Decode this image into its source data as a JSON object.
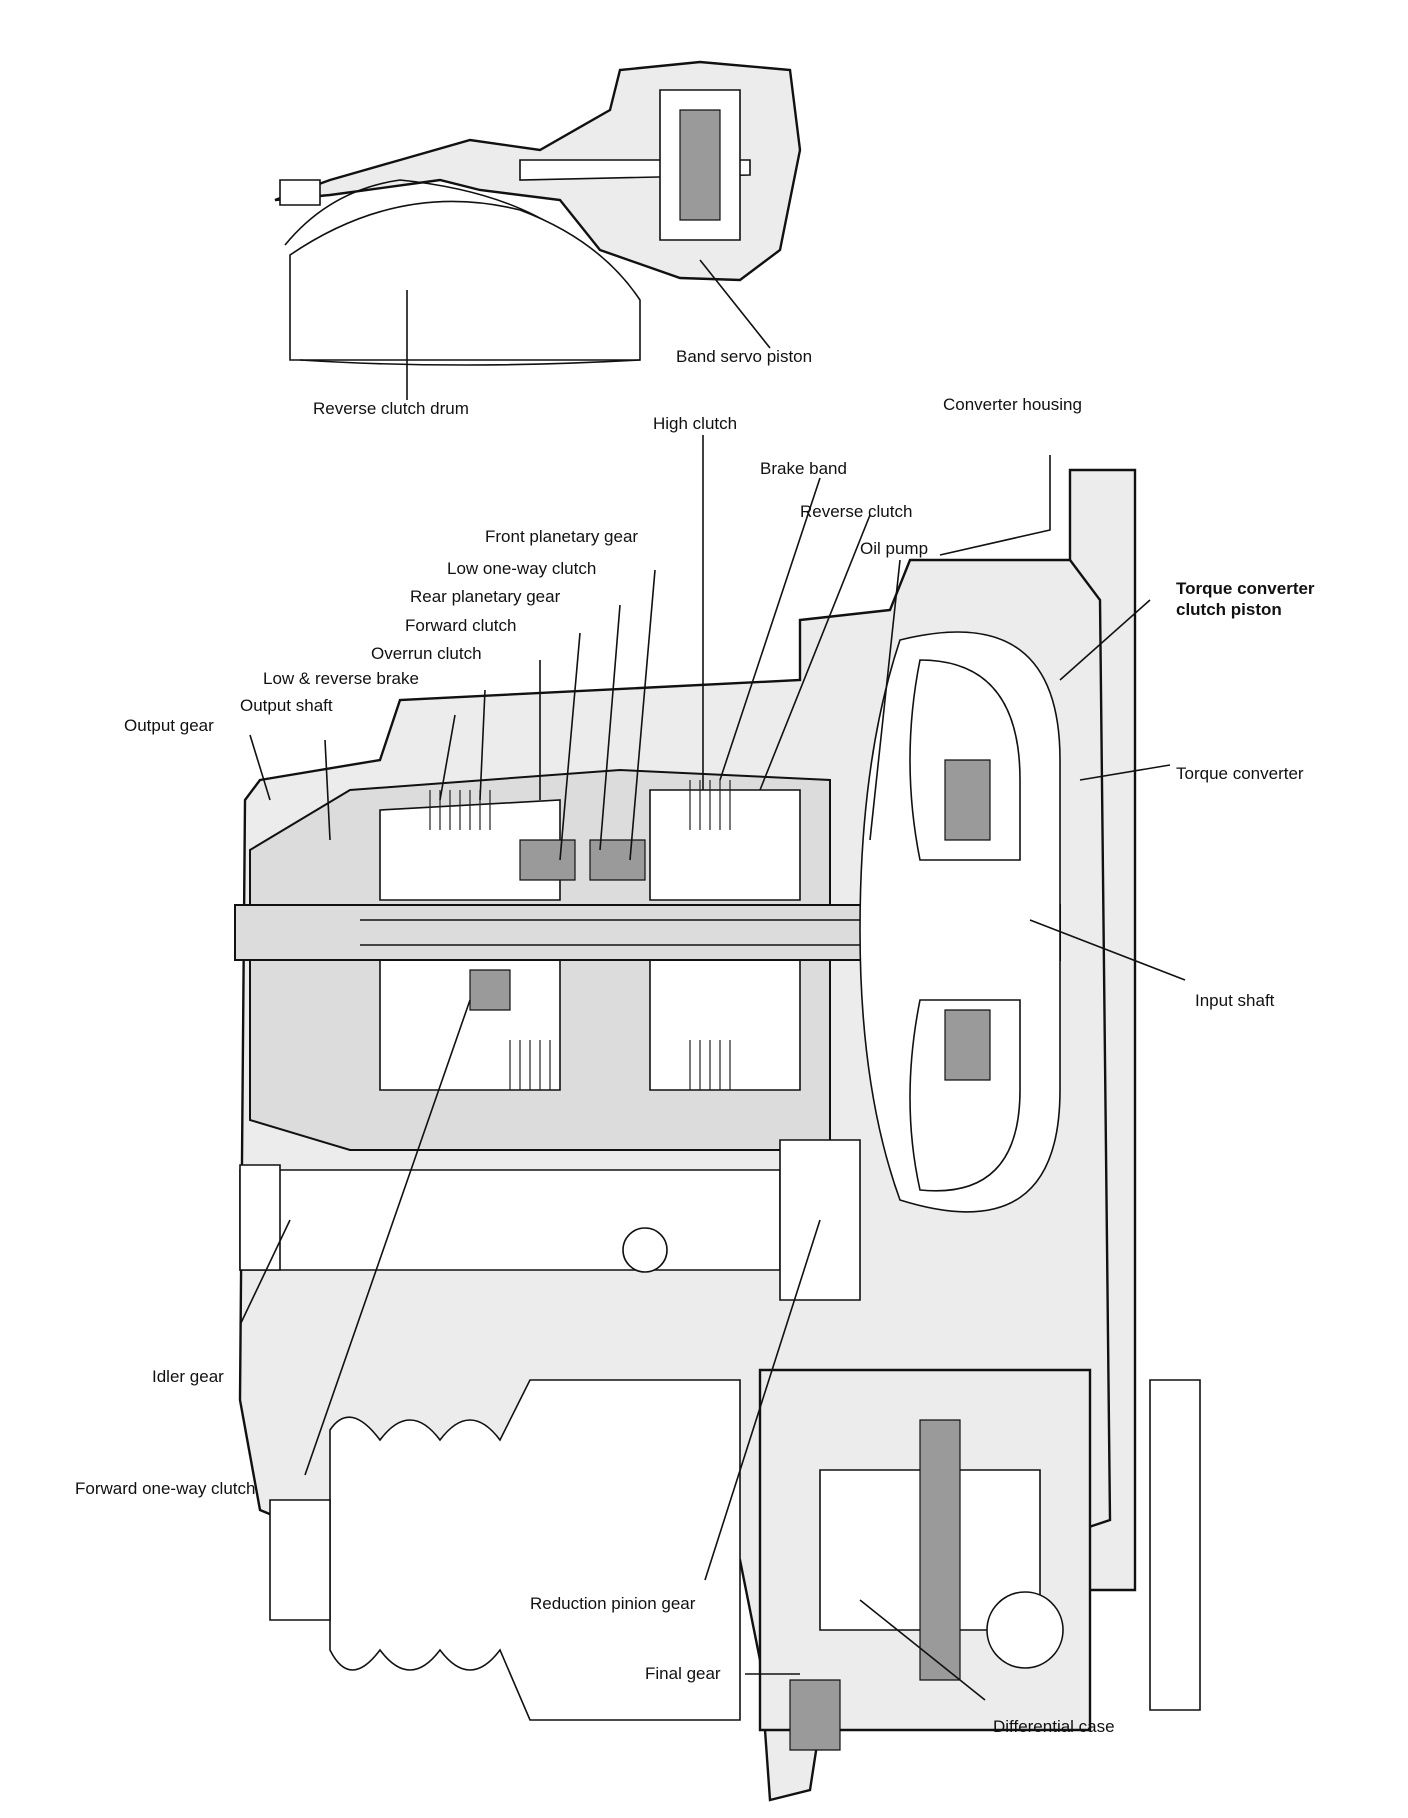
{
  "labels": {
    "reverse_clutch_drum": "Reverse clutch drum",
    "band_servo_piston": "Band servo piston",
    "high_clutch": "High clutch",
    "converter_housing": "Converter housing",
    "brake_band": "Brake band",
    "reverse_clutch": "Reverse clutch",
    "front_planetary_gear": "Front planetary gear",
    "oil_pump": "Oil pump",
    "low_one_way_clutch": "Low one-way clutch",
    "torque_converter_clutch_piston": "Torque converter\nclutch piston",
    "rear_planetary_gear": "Rear planetary gear",
    "forward_clutch": "Forward clutch",
    "overrun_clutch": "Overrun clutch",
    "low_reverse_brake": "Low & reverse brake",
    "output_shaft": "Output shaft",
    "output_gear": "Output gear",
    "torque_converter": "Torque converter",
    "input_shaft": "Input shaft",
    "idler_gear": "Idler gear",
    "forward_one_way_clutch": "Forward one-way clutch",
    "reduction_pinion_gear": "Reduction pinion gear",
    "final_gear": "Final gear",
    "differential_case": "Differential case"
  }
}
